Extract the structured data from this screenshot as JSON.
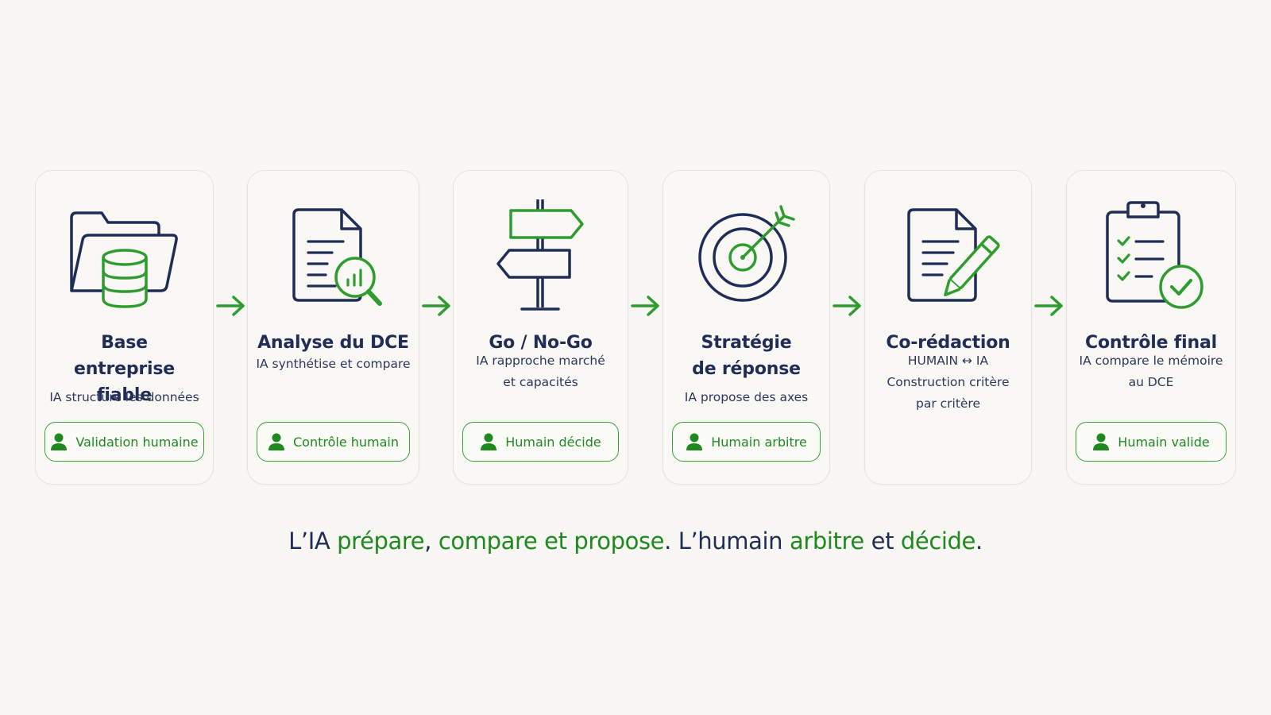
{
  "steps": [
    {
      "title": "Base entreprise fiable",
      "desc": [
        "IA structure les données"
      ],
      "badge": "Validation humaine",
      "icon": "folder-database-icon"
    },
    {
      "title": "Analyse du DCE",
      "desc": [
        "IA synthétise et compare"
      ],
      "badge": "Contrôle humain",
      "icon": "document-analysis-icon"
    },
    {
      "title": "Go / No-Go",
      "desc": [
        "IA rapproche marché",
        "et capacités"
      ],
      "badge": "Humain décide",
      "icon": "signpost-icon"
    },
    {
      "title": "Stratégie de réponse",
      "desc": [
        "IA propose des axes"
      ],
      "badge": "Humain arbitre",
      "icon": "target-icon"
    },
    {
      "title": "Co-rédaction",
      "desc": [
        "HUMAIN ↔ IA",
        "Construction critère",
        "par critère"
      ],
      "badge": "",
      "icon": "document-pencil-icon"
    },
    {
      "title": "Contrôle final",
      "desc": [
        "IA compare le mémoire",
        "au DCE"
      ],
      "badge": "Humain valide",
      "icon": "checklist-icon"
    }
  ],
  "tagline": {
    "p1": "L’IA ",
    "p2": "prépare",
    "p3": ", ",
    "p4": "compare et propose",
    "p5": ". L’humain ",
    "p6": "arbitre",
    "p7": " et ",
    "p8": "décide",
    "p9": "."
  },
  "colors": {
    "navy": "#1f2d57",
    "green": "#2e9c2e",
    "background": "#f8f7f3"
  }
}
